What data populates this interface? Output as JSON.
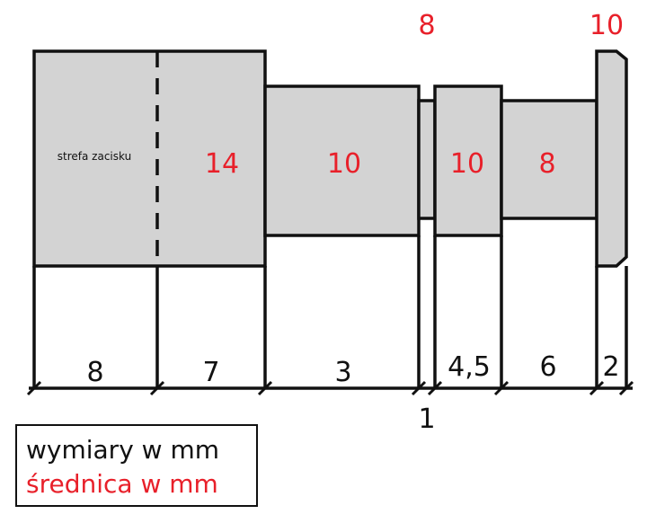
{
  "diameters": [
    "14",
    "10",
    "8",
    "10",
    "8",
    "10"
  ],
  "grip_zone_label": "strefa zacisku",
  "lengths": [
    "8",
    "7",
    "3",
    "1",
    "4,5",
    "6",
    "2"
  ],
  "legend": {
    "dimensions": "wymiary w mm",
    "diameter": "średnica w mm"
  },
  "colors": {
    "diameter_text": "#e8202a",
    "shaft_fill": "#d3d3d3",
    "line": "#111111"
  }
}
